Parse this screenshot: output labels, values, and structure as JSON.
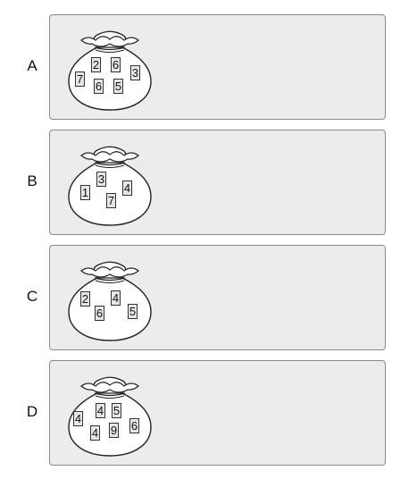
{
  "options": [
    {
      "letter": "A",
      "numbers": [
        "7",
        "2",
        "6",
        "3",
        "6",
        "5"
      ]
    },
    {
      "letter": "B",
      "numbers": [
        "1",
        "3",
        "7",
        "4"
      ]
    },
    {
      "letter": "C",
      "numbers": [
        "2",
        "6",
        "4",
        "5"
      ]
    },
    {
      "letter": "D",
      "numbers": [
        "4",
        "4",
        "4",
        "5",
        "9",
        "6"
      ]
    }
  ]
}
